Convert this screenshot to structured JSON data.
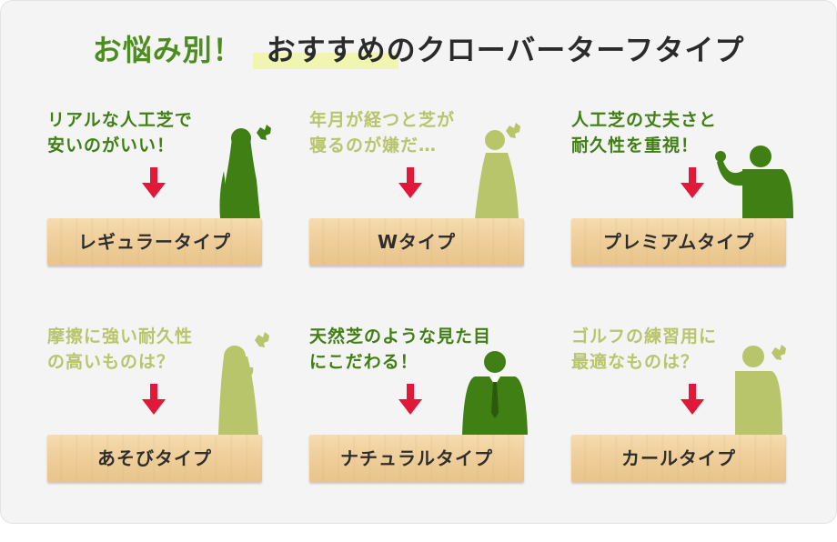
{
  "title": {
    "part1": "お悩み別！",
    "part2": "おすすめのクローバーターフタイプ"
  },
  "colors": {
    "dark_green": "#3f7f14",
    "light_green": "#b8c56b",
    "arrow_red": "#e0193a",
    "plank": "#efcf9b"
  },
  "cards": [
    {
      "question": "リアルな人工芝で\n安いのがいい！",
      "type": "レギュラータイプ",
      "tone": "dark",
      "figure": "woman-frustrated-icon"
    },
    {
      "question": "年月が経つと芝が\n寝るのが嫌だ…",
      "type": "Wタイプ",
      "tone": "light",
      "figure": "woman-thinking-icon"
    },
    {
      "question": "人工芝の丈夫さと\n耐久性を重視！",
      "type": "プレミアムタイプ",
      "tone": "dark",
      "figure": "man-fist-icon"
    },
    {
      "question": "摩擦に強い耐久性\nの高いものは？",
      "type": "あそびタイプ",
      "tone": "light",
      "figure": "woman-pondering-icon"
    },
    {
      "question": "天然芝のような見た目\nにこだわる！",
      "type": "ナチュラルタイプ",
      "tone": "dark",
      "figure": "man-suit-icon"
    },
    {
      "question": "ゴルフの練習用に\n最適なものは？",
      "type": "カールタイプ",
      "tone": "light",
      "figure": "man-thinking-icon"
    }
  ]
}
